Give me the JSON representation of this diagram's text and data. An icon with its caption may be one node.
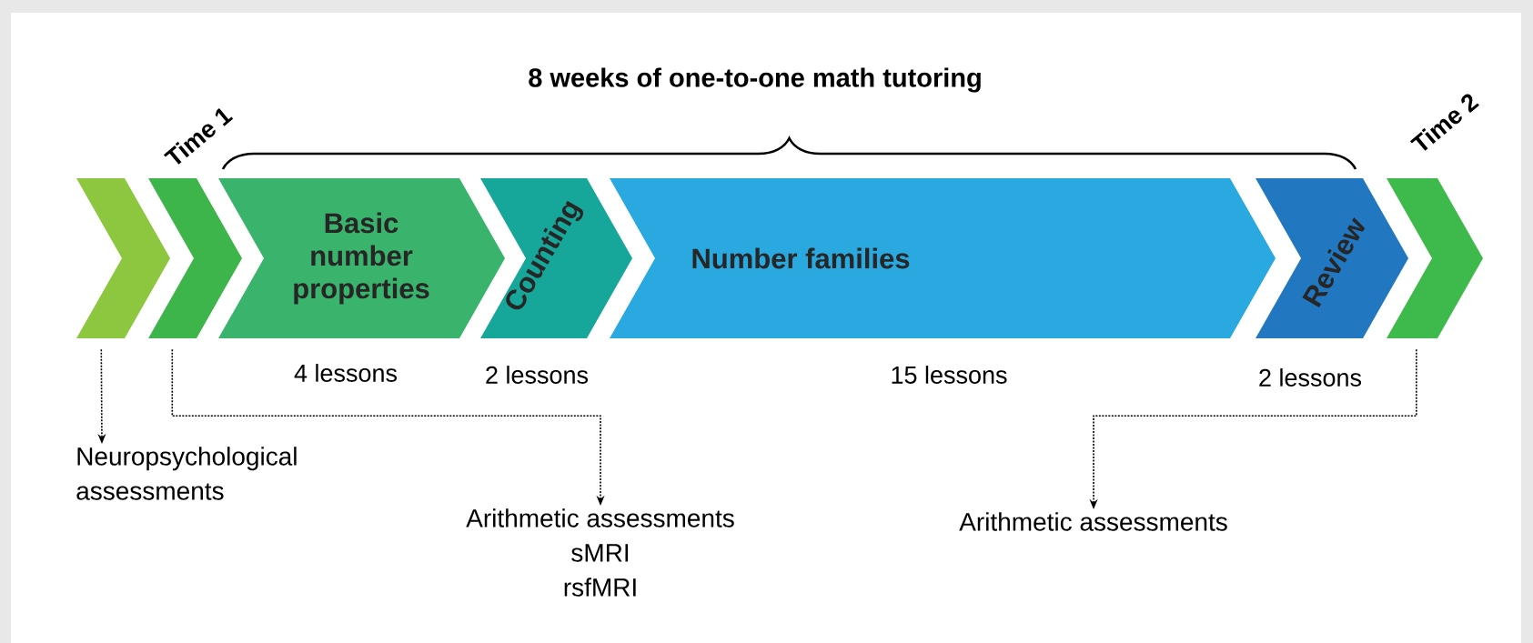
{
  "diagram": {
    "title": "8 weeks of one-to-one math tutoring",
    "nodes": [
      {
        "text": [],
        "shape": "chevron"
      },
      {
        "text": [],
        "shape": "chevron",
        "beside": [
          "Time 1"
        ]
      },
      {
        "text": [
          "Basic number properties"
        ],
        "beside": [
          "4 lessons"
        ]
      },
      {
        "text": [
          "Counting"
        ],
        "beside": [
          "2 lessons"
        ]
      },
      {
        "text": [
          "Number families"
        ],
        "beside": [
          "15 lessons"
        ]
      },
      {
        "text": [
          "Review"
        ],
        "beside": [
          "2 lessons"
        ]
      },
      {
        "text": [],
        "shape": "chevron",
        "beside": [
          "Time 2"
        ]
      },
      {
        "text": [
          "Neuropsychological assessments"
        ]
      },
      {
        "text": [
          "Arithmetic assessments",
          "sMRI",
          "rsfMRI"
        ]
      },
      {
        "text": [
          "Arithmetic assessments"
        ]
      }
    ],
    "edges": [
      {
        "from": 0,
        "to": 7,
        "arrow": "to",
        "style": "dashed"
      },
      {
        "from": 1,
        "to": 8,
        "arrow": "to",
        "style": "dashed"
      },
      {
        "from": 6,
        "to": 9,
        "arrow": "to",
        "style": "dashed"
      }
    ]
  }
}
